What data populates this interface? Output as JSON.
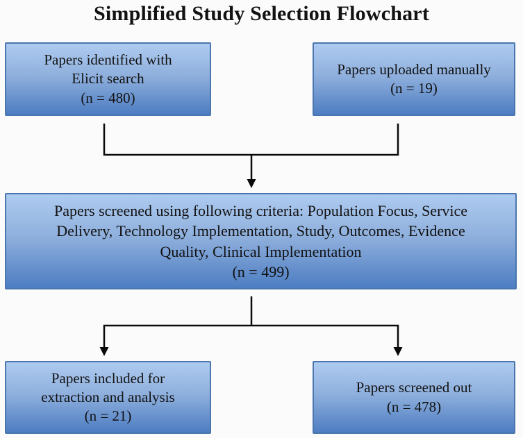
{
  "title": "Simplified Study Selection Flowchart",
  "colors": {
    "background": "#fbfbfb",
    "text": "#121212",
    "arrow": "#0a0a0a",
    "box-fill-top": "#aecbf0",
    "box-fill-bottom": "#4d7dc2",
    "box-border": "#4a76ad"
  },
  "nodes": {
    "identified": {
      "lines": [
        "Papers identified with",
        "Elicit search",
        "(n = 480)"
      ]
    },
    "uploaded": {
      "lines": [
        "Papers uploaded manually",
        "(n = 19)"
      ]
    },
    "screened": {
      "lines": [
        "Papers screened using following criteria: Population Focus, Service",
        "Delivery, Technology Implementation, Study, Outcomes, Evidence",
        "Quality, Clinical Implementation",
        "(n = 499)"
      ]
    },
    "included": {
      "lines": [
        "Papers included for",
        "extraction and analysis",
        "(n = 21)"
      ]
    },
    "screened_out": {
      "lines": [
        "Papers screened out",
        "(n = 478)"
      ]
    }
  }
}
